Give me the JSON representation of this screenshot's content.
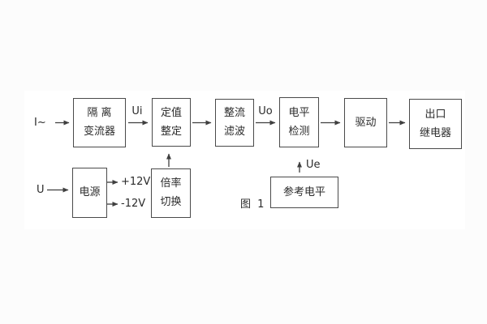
{
  "figure": {
    "caption": "图 1"
  },
  "blocks": {
    "isolation": {
      "line1": "隔 离",
      "line2": "变流器"
    },
    "setting": {
      "line1": "定值",
      "line2": "整定"
    },
    "rectify_filter": {
      "line1": "整流",
      "line2": "滤波"
    },
    "level_detect": {
      "line1": "电平",
      "line2": "检测"
    },
    "drive": {
      "line1": "驱动"
    },
    "output_relay": {
      "line1": "出口",
      "line2": "继电器"
    },
    "power": {
      "line1": "电源"
    },
    "ratio_switch": {
      "line1": "倍率",
      "line2": "切换"
    },
    "reference_level": {
      "line1": "参考电平"
    }
  },
  "labels": {
    "input_current": "I~",
    "input_voltage": "U",
    "ui": "Ui",
    "uo": "Uo",
    "ue": "Ue",
    "plus_12v": "+12V",
    "minus_12v": "-12V"
  },
  "colors": {
    "line": "#3f3f3f",
    "text": "#2b2b2b",
    "page": "#fcfcfc",
    "paper": "#ffffff"
  }
}
